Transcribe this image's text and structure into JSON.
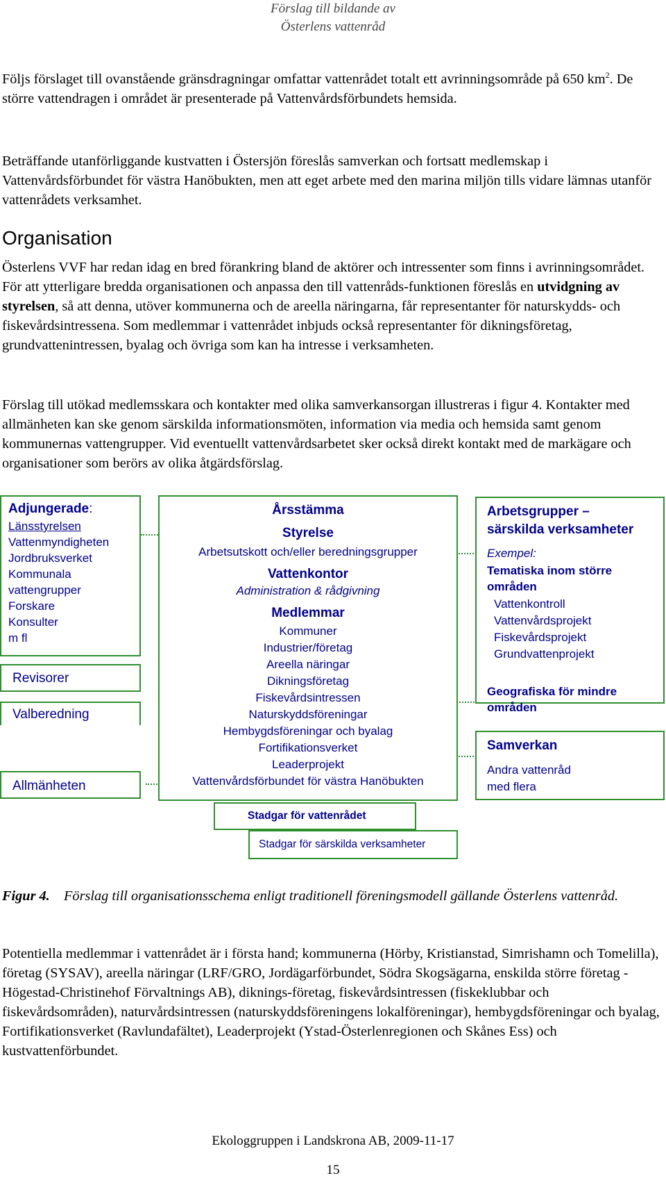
{
  "header": {
    "line1": "Förslag till bildande av",
    "line2": "Österlens vattenråd"
  },
  "p1": {
    "before": "Följs förslaget till ovanstående gränsdragningar omfattar vattenrådet totalt ett avrinningsområde på 650 km",
    "sup": "2",
    "after": ". De större vattendragen i området är presenterade på Vattenvårdsförbundets hemsida."
  },
  "p2": "Beträffande utanförliggande kustvatten i Östersjön föreslås samverkan och fortsatt medlemskap i Vattenvårdsförbundet för västra Hanöbukten, men att eget arbete med den marina miljön tills vidare lämnas utanför vattenrådets verksamhet.",
  "heading": "Organisation",
  "p3": {
    "before": "Österlens VVF har redan idag en bred förankring bland de aktörer och intressenter som finns i avrinningsområdet. För att ytterligare bredda organisationen och anpassa den till vattenråds-funktionen föreslås en ",
    "bold": "utvidgning av styrelsen",
    "after": ", så att denna, utöver kommunerna och de areella näringarna, får representanter för naturskydds- och fiskevårdsintressena. Som medlemmar i vattenrådet inbjuds också representanter för dikningsföretag, grundvattenintressen, byalag och övriga som kan ha intresse i verksamheten."
  },
  "p4": "Förslag till utökad medlemsskara och kontakter med olika samverkansorgan illustreras i figur 4. Kontakter med allmänheten kan ske genom särskilda informationsmöten, information via media och hemsida samt genom kommunernas vattengrupper. Vid eventuellt vattenvårdsarbetet sker också direkt kontakt med de markägare och organisationer som berörs av olika åtgärdsförslag.",
  "diagram": {
    "adjungerade": {
      "title": "Adjungerade",
      "colon": ":",
      "items": [
        "Länsstyrelsen",
        "Vattenmyndigheten",
        "Jordbruksverket",
        "Kommunala",
        "vattengrupper",
        "Forskare",
        "Konsulter",
        "m fl"
      ]
    },
    "revisorer": "Revisorer",
    "valberedning": "Valberedning",
    "allmanheten": "Allmänheten",
    "center": {
      "arsstamma": "Årsstämma",
      "styrelse": "Styrelse",
      "arbetsutskott": "Arbetsutskott och/eller beredningsgrupper",
      "vattenkontor": "Vattenkontor",
      "administration": "Administration & rådgivning",
      "medlemmar": "Medlemmar",
      "members": [
        "Kommuner",
        "Industrier/företag",
        "Areella näringar",
        "Dikningsföretag",
        "Fiskevårdsintressen",
        "Naturskyddsföreningar",
        "Hembygdsföreningar och byalag",
        "Fortifikationsverket",
        "Leaderprojekt",
        "Vattenvårdsförbundet för västra Hanöbukten"
      ]
    },
    "arbetsgrupper": {
      "title1": "Arbetsgrupper –",
      "title2": "särskilda verksamheter",
      "exempel": "Exempel:",
      "tematiska1": "Tematiska inom större",
      "tematiska2": "områden",
      "items": [
        "Vattenkontroll",
        "Vattenvårdsprojekt",
        "Fiskevårdsprojekt",
        "Grundvattenprojekt"
      ],
      "geografiska1": "Geografiska för mindre",
      "geografiska2": "områden"
    },
    "samverkan": {
      "title": "Samverkan",
      "line1": "Andra vattenråd",
      "line2": "med flera"
    },
    "stadgar_vattenradet": "Stadgar för vattenrådet",
    "stadgar_sarskilda": "Stadgar för särskilda verksamheter"
  },
  "caption": {
    "label": "Figur 4.",
    "text": "Förslag till organisationsschema enligt traditionell föreningsmodell gällande Österlens vattenråd."
  },
  "p5": "Potentiella medlemmar i vattenrådet är i första hand; kommunerna (Hörby, Kristianstad, Simrishamn och Tomelilla), företag (SYSAV), areella näringar (LRF/GRO, Jordägarförbundet, Södra Skogsägarna, enskilda större företag - Högestad-Christinehof Förvaltnings AB), diknings-företag, fiskevårdsintressen (fiskeklubbar och fiskevårdsområden), naturvårdsintressen (naturskyddsföreningens lokalföreningar), hembygdsföreningar och byalag, Fortifikationsverket (Ravlundafältet), Leaderprojekt (Ystad-Österlenregionen och Skånes Ess) och kustvattenförbundet.",
  "footer": "Ekologgruppen i Landskrona AB, 2009-11-17",
  "page_number": "15"
}
